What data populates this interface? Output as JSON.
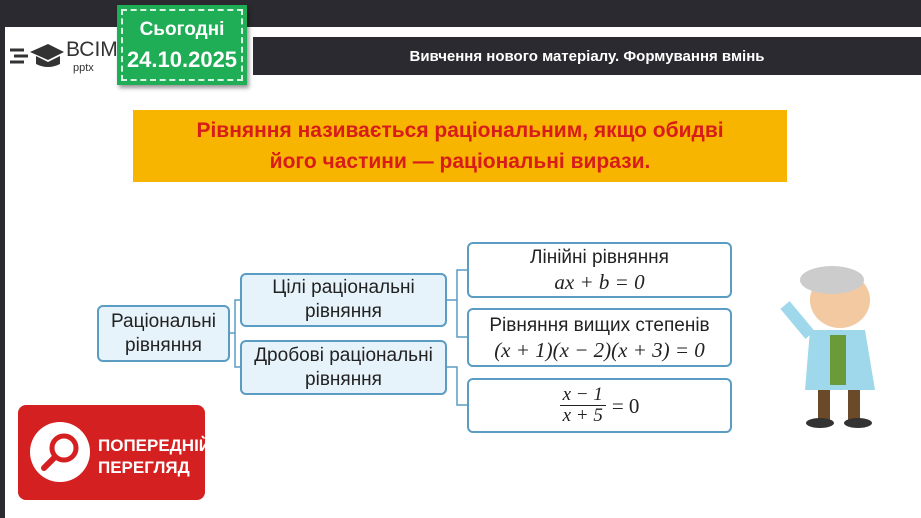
{
  "logo": {
    "brand": "ВСІМ",
    "sub": "pptx"
  },
  "date_badge": {
    "label": "Сьогодні",
    "date": "24.10.2025"
  },
  "header": {
    "title": "Вивчення нового матеріалу. Формування вмінь"
  },
  "definition": {
    "line1": "Рівняння називається раціональним, якщо обидві",
    "line2": "його частини — раціональні вирази."
  },
  "diagram": {
    "root": {
      "line1": "Раціональні",
      "line2": "рівняння"
    },
    "whole": {
      "line1": "Цілі раціональні",
      "line2": "рівняння"
    },
    "fractional": {
      "line1": "Дробові раціональні",
      "line2": "рівняння"
    },
    "linear": {
      "title": "Лінійні рівняння",
      "formula": "ax + b = 0"
    },
    "higher": {
      "title": "Рівняння вищих степенів",
      "formula": "(x + 1)(x − 2)(x + 3) = 0"
    },
    "fraction": {
      "numerator": "x − 1",
      "denominator": "x + 5",
      "rhs": "= 0"
    }
  },
  "preview_button": {
    "line1": "ПОПЕРЕДНІЙ",
    "line2": "ПЕРЕГЛЯД"
  },
  "colors": {
    "badge": "#1fae55",
    "definition_bg": "#f7b500",
    "definition_text": "#d81b1b",
    "box_border": "#5a9cc2",
    "preview": "#d42020"
  }
}
